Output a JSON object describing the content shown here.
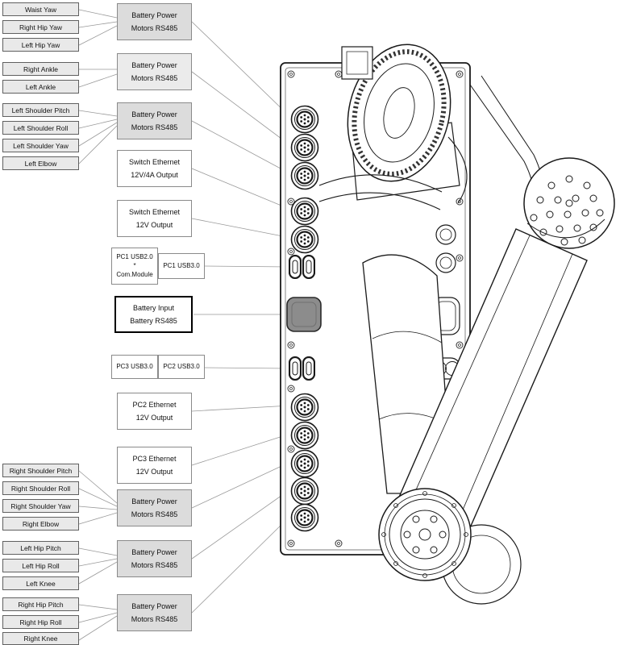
{
  "joints": [
    "Waist Yaw",
    "Right Hip Yaw",
    "Left Hip Yaw",
    "Right Ankle",
    "Left Ankle",
    "Left Shoulder Pitch",
    "Left Shoulder Roll",
    "Left Shoulder Yaw",
    "Left Elbow",
    "Right Shoulder Pitch",
    "Right Shoulder Roll",
    "Right Shoulder Yaw",
    "Right Elbow",
    "Left Hip Pitch",
    "Left Hip Roll",
    "Left Knee",
    "Right Hip Pitch",
    "Right Hip Roll",
    "Right Knee"
  ],
  "boxes": [
    {
      "lines": [
        "Battery Power",
        "Motors RS485"
      ]
    },
    {
      "lines": [
        "Battery Power",
        "Motors RS485"
      ]
    },
    {
      "lines": [
        "Battery Power",
        "Motors RS485"
      ]
    },
    {
      "lines": [
        "Switch Ethernet",
        "12V/4A Output"
      ]
    },
    {
      "lines": [
        "Switch Ethernet",
        "12V Output"
      ]
    },
    {
      "lines": [
        "PC1 USB2.0",
        "*",
        "Com.Module"
      ]
    },
    {
      "lines": [
        "PC1 USB3.0"
      ]
    },
    {
      "lines": [
        "Battery Input",
        "Battery RS485"
      ]
    },
    {
      "lines": [
        "PC3 USB3.0"
      ]
    },
    {
      "lines": [
        "PC2 USB3.0"
      ]
    },
    {
      "lines": [
        "PC2 Ethernet",
        "12V Output"
      ]
    },
    {
      "lines": [
        "PC3 Ethernet",
        "12V Output"
      ]
    },
    {
      "lines": [
        "Battery Power",
        "Motors RS485"
      ]
    },
    {
      "lines": [
        "Battery Power",
        "Motors RS485"
      ]
    },
    {
      "lines": [
        "Battery Power",
        "Motors RS485"
      ]
    }
  ],
  "colors": {
    "box_gray": "#dcdcdc",
    "box_light": "#ebebeb",
    "box_fill": "#ffffff",
    "label_fill": "#e9e9e9",
    "leader_line": "#999999",
    "ink": "#1a1a1a",
    "dark_connector": "#8c8c8c"
  }
}
